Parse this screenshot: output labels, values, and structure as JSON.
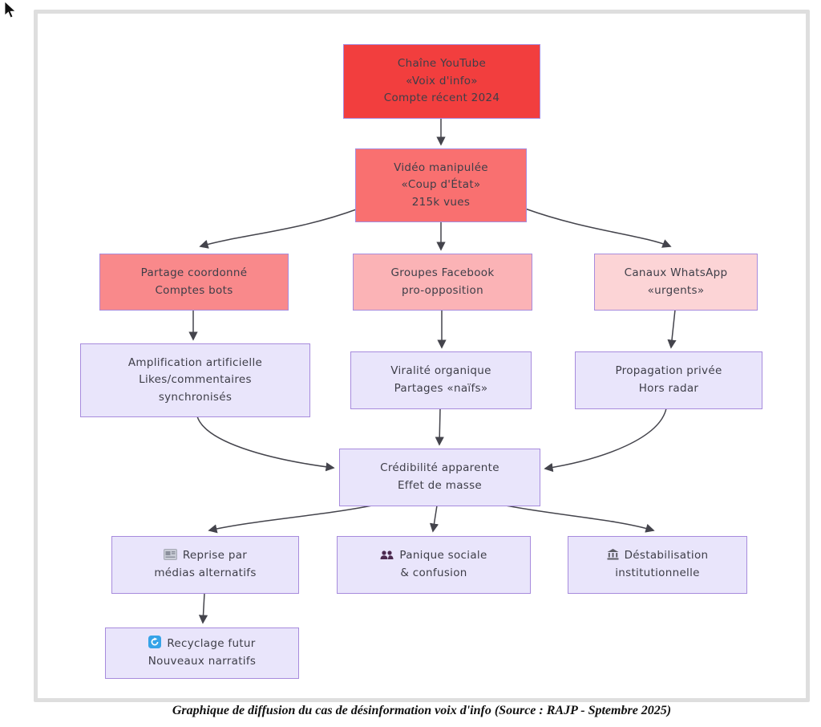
{
  "diagram": {
    "nodes": {
      "youtube": {
        "text": "Chaîne YouTube\n«Voix d'info»\nCompte récent 2024",
        "fill": "#f23e3e"
      },
      "video": {
        "text": "Vidéo manipulée\n«Coup d'État»\n215k vues",
        "fill": "#f97070"
      },
      "partage": {
        "text": "Partage coordonné\nComptes bots",
        "fill": "#f9898b"
      },
      "facebook": {
        "text": "Groupes Facebook\npro-opposition",
        "fill": "#fbb3b6"
      },
      "whatsapp": {
        "text": "Canaux WhatsApp\n«urgents»",
        "fill": "#fcd4d6"
      },
      "amplification": {
        "text": "Amplification artificielle\nLikes/commentaires\nsynchronisés",
        "fill": "#e9e5fb"
      },
      "viralite": {
        "text": "Viralité organique\nPartages «naïfs»",
        "fill": "#e9e5fb"
      },
      "propagation": {
        "text": "Propagation privée\nHors radar",
        "fill": "#e9e5fb"
      },
      "credibilite": {
        "text": "Crédibilité apparente\nEffet de masse",
        "fill": "#e9e5fb"
      },
      "reprise": {
        "icon": "newspaper-icon",
        "text": "Reprise par\nmédias alternatifs",
        "fill": "#e9e5fb"
      },
      "panique": {
        "icon": "people-icon",
        "text": "Panique sociale\n& confusion",
        "fill": "#e9e5fb"
      },
      "destabilisation": {
        "icon": "bank-icon",
        "text": "Déstabilisation\ninstitutionnelle",
        "fill": "#e9e5fb"
      },
      "recyclage": {
        "icon": "recycle-icon",
        "text": "Recyclage futur\nNouveaux narratifs",
        "fill": "#e9e5fb"
      }
    },
    "colors": {
      "node_border": "#a78bdd",
      "edge": "#44444c",
      "lavender_fill": "#e9e5fb",
      "recycle_icon_blue": "#36a3e8",
      "frame_border": "#dedede"
    },
    "caption": "Graphique de diffusion du cas de désinformation voix d'info (Source : RAJP - Sptembre 2025)"
  }
}
